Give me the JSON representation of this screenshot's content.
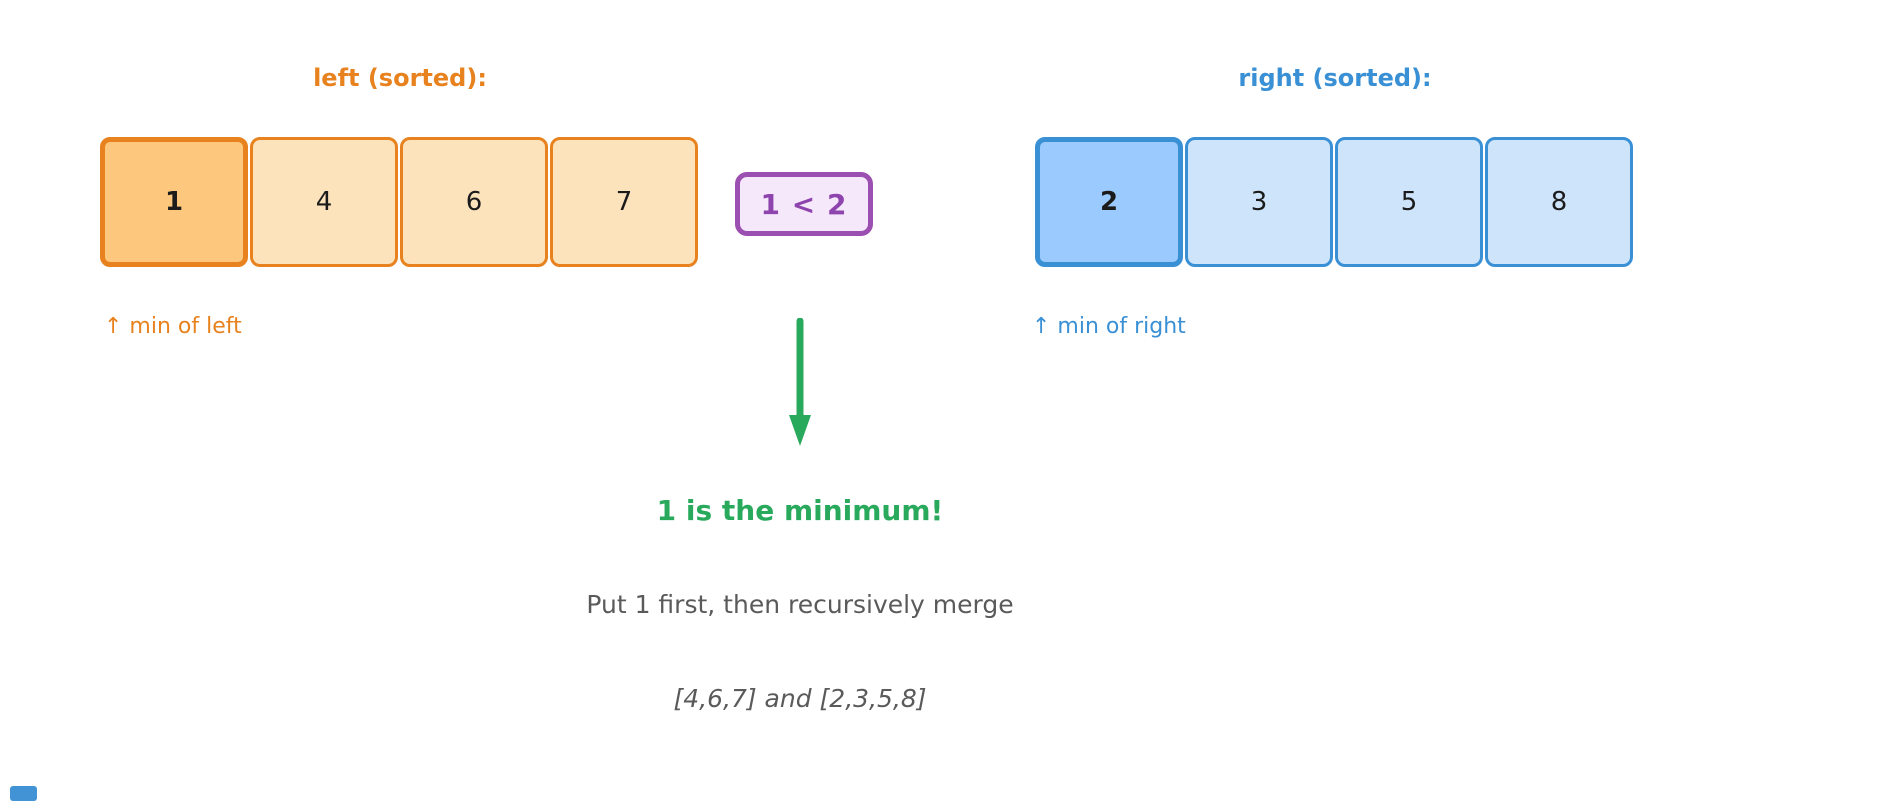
{
  "diagram": {
    "left": {
      "title": "left (sorted):",
      "values": [
        "1",
        "4",
        "6",
        "7"
      ],
      "highlighted_index": 0,
      "caption": "↑ min of left",
      "colors": {
        "accent": "#E8821E",
        "border": "#E8821E",
        "fill": "#FDE3BC",
        "fill_highlighted": "#FDC87D"
      }
    },
    "right": {
      "title": "right (sorted):",
      "values": [
        "2",
        "3",
        "5",
        "8"
      ],
      "highlighted_index": 0,
      "caption": "↑ min of right",
      "colors": {
        "accent": "#3A90D5",
        "border": "#3A90D5",
        "fill": "#CEE4FA",
        "fill_highlighted": "#9BCBFE"
      }
    },
    "comparison": {
      "label": "1 < 2",
      "colors": {
        "border": "#9B4FB0",
        "fill": "#F5E8FB",
        "text": "#8E44AD"
      }
    },
    "conclusion": {
      "headline": "1 is the minimum!",
      "description": "Put 1 first, then recursively merge",
      "detail": "[4,6,7] and [2,3,5,8]",
      "colors": {
        "arrow": "#28A95C",
        "headline": "#28A95C",
        "body": "#5A5A5A"
      }
    },
    "corner_fragment": {
      "color": "#4293D6"
    }
  }
}
